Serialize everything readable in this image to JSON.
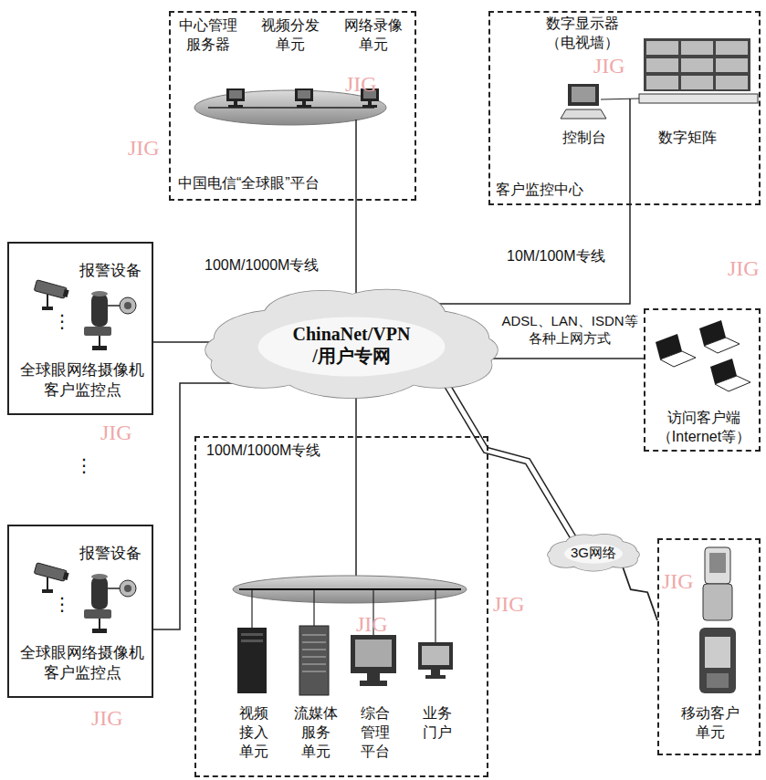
{
  "diagram": {
    "nodes": [
      {
        "text": [
          "中国电信“全球眼”平台"
        ]
      },
      {
        "text": [
          "中心管理 服务器"
        ],
        "in": 0
      },
      {
        "text": [
          "视频分发 单元"
        ],
        "in": 0
      },
      {
        "text": [
          "网络录像 单元"
        ],
        "in": 0
      },
      {
        "text": [
          "客户监控中心"
        ]
      },
      {
        "text": [
          "数字显示器 （电视墙）"
        ],
        "in": 4
      },
      {
        "text": [
          "控制台"
        ],
        "in": 4
      },
      {
        "text": [
          "数字矩阵"
        ],
        "in": 4
      },
      {
        "text": [
          "报警设备",
          "全球眼网络摄像机 客户监控点"
        ]
      },
      {
        "text": [
          "ChinaNet/VPN /用户专网"
        ]
      },
      {
        "text": [
          "访问客户端 （Internet等）"
        ]
      },
      {
        "text": [
          "报警设备",
          "全球眼网络摄像机 客户监控点"
        ]
      },
      {
        "text": []
      },
      {
        "text": [
          "视频 接入 单元"
        ],
        "in": 12
      },
      {
        "text": [
          "流媒体 服务 单元"
        ],
        "in": 12
      },
      {
        "text": [
          "综合 管理 平台"
        ],
        "in": 12
      },
      {
        "text": [
          "业务 门户"
        ],
        "in": 12
      },
      {
        "text": [
          "3G网络"
        ]
      },
      {
        "text": [
          "移动客户 单元"
        ]
      }
    ],
    "edges": [
      {
        "from": 0,
        "to": 9,
        "arrow": "none",
        "label": "100M/1000M专线"
      },
      {
        "from": 4,
        "to": 9,
        "arrow": "none",
        "label": "10M/100M专线"
      },
      {
        "from": 10,
        "to": 9,
        "arrow": "none",
        "label": "ADSL、LAN、ISDN等 各种上网方式"
      },
      {
        "from": 8,
        "to": 9,
        "arrow": "none"
      },
      {
        "from": 11,
        "to": 9,
        "arrow": "none"
      },
      {
        "from": 9,
        "to": 12,
        "arrow": "none",
        "label": "100M/1000M专线"
      },
      {
        "from": 9,
        "to": 17,
        "arrow": "none"
      },
      {
        "from": 17,
        "to": 18,
        "arrow": "none"
      }
    ],
    "labels": [
      "⋮",
      "⋮",
      "⋮",
      "JIG",
      "JIG",
      "JIG",
      "JIG",
      "JIG",
      "JIG",
      "JIG",
      "JIG",
      "JIG"
    ]
  }
}
